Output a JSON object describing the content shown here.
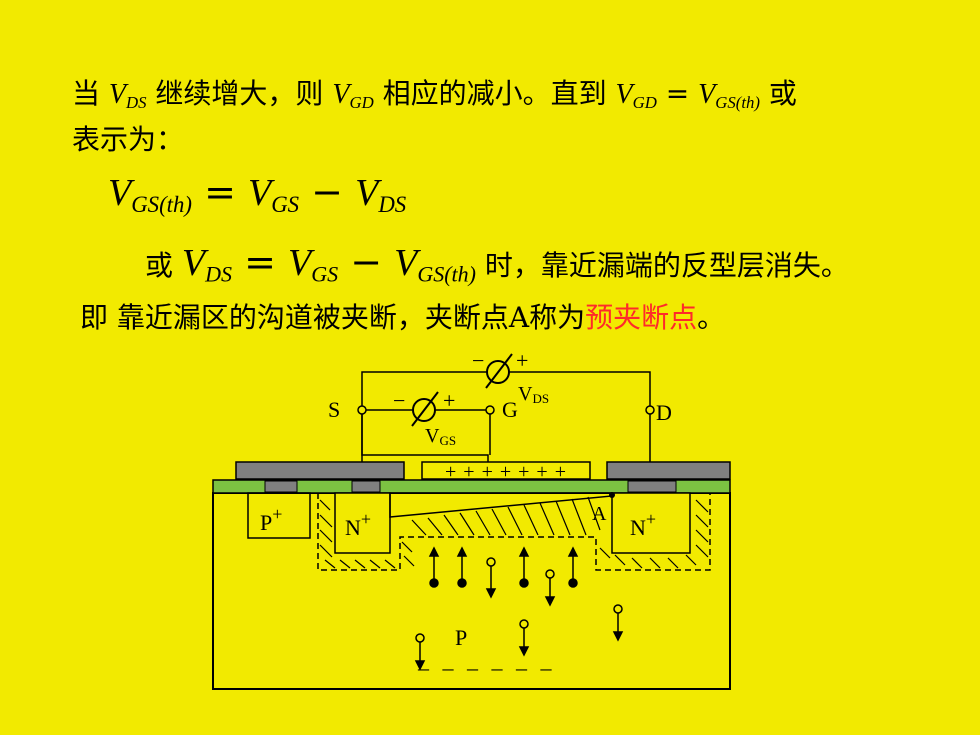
{
  "text": {
    "line1_a": "当 ",
    "line1_b": " 继续增大，则 ",
    "line1_c": " 相应的减小。直到 ",
    "line1_d": " = ",
    "line1_e": " 或",
    "line2": "表示为：",
    "eq2_pre": "或 ",
    "eq2_post": " 时，靠近漏端的反型层消失。",
    "line4_a": "即 靠近漏区的沟道被夹断，夹断点A称为",
    "line4_red": "预夹断点",
    "line4_c": "。",
    "V": "V",
    "eq": " = ",
    "minus": " − ",
    "sub_DS": "DS",
    "sub_GD": "GD",
    "sub_GS": "GS",
    "sub_GSth": "GS(th)",
    "sub_GSth_eq": "GS(th)"
  },
  "diagram": {
    "label_S": "S",
    "label_G": "G",
    "label_D": "D",
    "label_VDS_V": "V",
    "label_VDS_sub": "DS",
    "label_VGS_V": "V",
    "label_VGS_sub": "GS",
    "meter_top_minus": "−",
    "meter_top_plus": "+",
    "meter_gs_minus": "−",
    "meter_gs_plus": "+",
    "gate_charges": "+ + + + + + +",
    "label_Pplus": "P",
    "label_Nplus_left": "N",
    "label_Nplus_right": "N",
    "plus_sup": "+",
    "label_A": "A",
    "label_P": "P",
    "bottom_charges": "– – – – – –",
    "colors": {
      "background": "#F2EA00",
      "metal": "#808080",
      "oxide": "#7CC242",
      "highlight_red": "#FF2A2A"
    }
  }
}
